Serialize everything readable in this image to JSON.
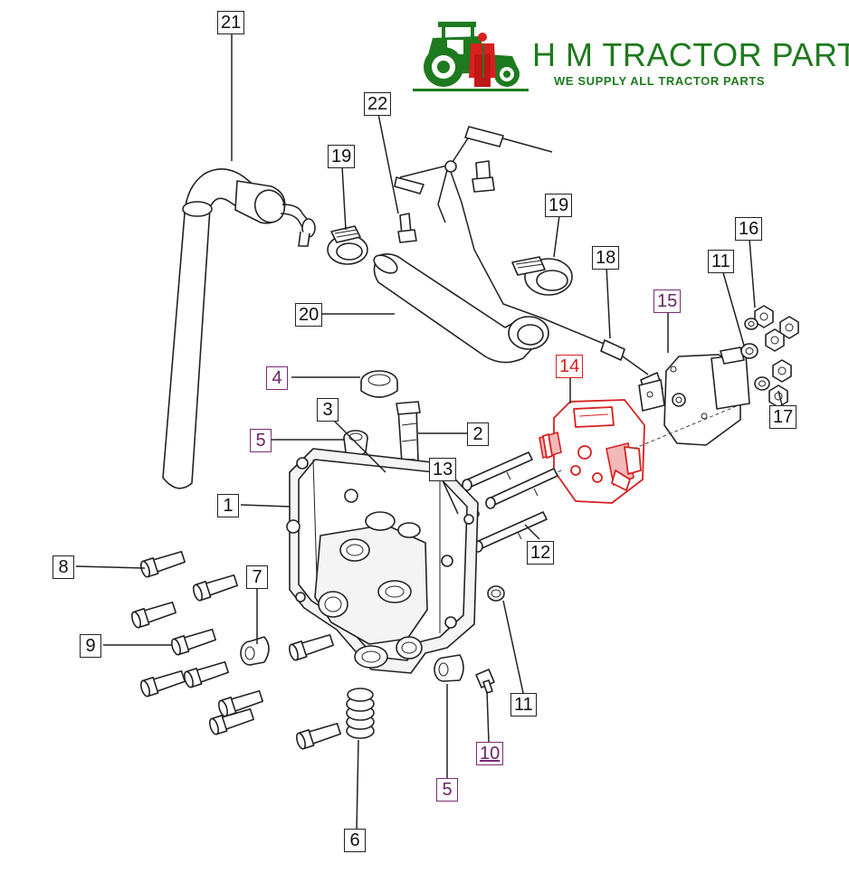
{
  "brand": {
    "title": "H M TRACTOR PARTS",
    "tagline": "WE SUPPLY ALL TRACTOR PARTS",
    "logo_icon": "tractor-logo-icon",
    "colors": {
      "green": "#1e7a1e",
      "red": "#d72020"
    }
  },
  "callouts": [
    {
      "id": "c21",
      "label": "21",
      "style": "plain"
    },
    {
      "id": "c22",
      "label": "22",
      "style": "plain"
    },
    {
      "id": "c19a",
      "label": "19",
      "style": "plain"
    },
    {
      "id": "c19b",
      "label": "19",
      "style": "plain"
    },
    {
      "id": "c20",
      "label": "20",
      "style": "plain"
    },
    {
      "id": "c18",
      "label": "18",
      "style": "plain"
    },
    {
      "id": "c16",
      "label": "16",
      "style": "plain"
    },
    {
      "id": "c11a",
      "label": "11",
      "style": "plain"
    },
    {
      "id": "c15",
      "label": "15",
      "style": "purple"
    },
    {
      "id": "c4",
      "label": "4",
      "style": "purple"
    },
    {
      "id": "c14",
      "label": "14",
      "style": "red"
    },
    {
      "id": "c3",
      "label": "3",
      "style": "plain"
    },
    {
      "id": "c2",
      "label": "2",
      "style": "plain"
    },
    {
      "id": "c5a",
      "label": "5",
      "style": "purple"
    },
    {
      "id": "c13",
      "label": "13",
      "style": "plain"
    },
    {
      "id": "c17",
      "label": "17",
      "style": "plain"
    },
    {
      "id": "c1",
      "label": "1",
      "style": "plain"
    },
    {
      "id": "c12",
      "label": "12",
      "style": "plain"
    },
    {
      "id": "c8",
      "label": "8",
      "style": "plain"
    },
    {
      "id": "c7",
      "label": "7",
      "style": "plain"
    },
    {
      "id": "c9",
      "label": "9",
      "style": "plain"
    },
    {
      "id": "c11b",
      "label": "11",
      "style": "plain"
    },
    {
      "id": "c10",
      "label": "10",
      "style": "purple-underline"
    },
    {
      "id": "c5b",
      "label": "5",
      "style": "purple"
    },
    {
      "id": "c6",
      "label": "6",
      "style": "plain"
    }
  ]
}
